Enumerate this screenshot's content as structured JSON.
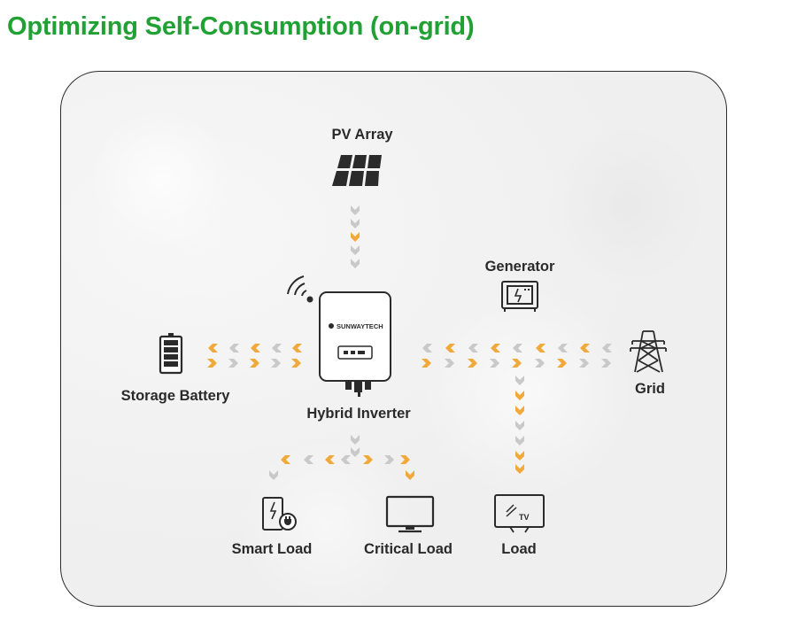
{
  "title": "Optimizing Self-Consumption (on-grid)",
  "colors": {
    "title": "#21a134",
    "arrow_orange": "#f2a93b",
    "arrow_gray": "#c9c9c9",
    "icon": "#2b2b2b"
  },
  "nodes": {
    "pv_array": "PV Array",
    "generator": "Generator",
    "storage_battery": "Storage Battery",
    "hybrid_inverter": "Hybrid Inverter",
    "grid": "Grid",
    "smart_load": "Smart Load",
    "critical_load": "Critical Load",
    "load": "Load"
  },
  "inverter_brand": "SUNWAYTECH",
  "tv_label": "TV"
}
